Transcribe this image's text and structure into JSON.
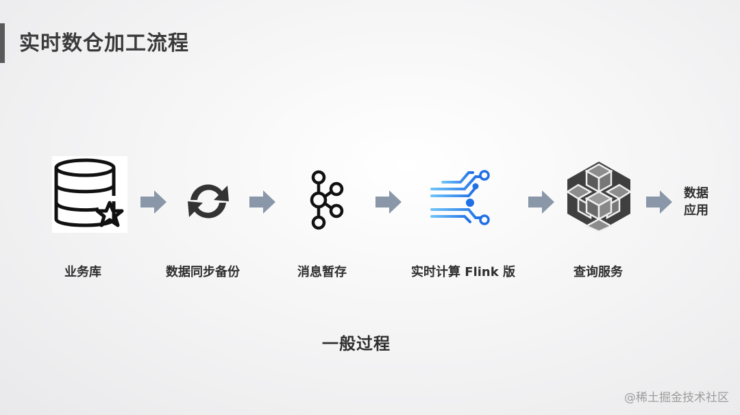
{
  "title": "实时数仓加工流程",
  "steps": [
    {
      "label": "业务库",
      "icon": "database-star-icon"
    },
    {
      "label": "数据同步备份",
      "icon": "sync-icon"
    },
    {
      "label": "消息暂存",
      "icon": "kafka-icon"
    },
    {
      "label": "实时计算 Flink 版",
      "icon": "flink-circuit-icon"
    },
    {
      "label": "查询服务",
      "icon": "cube-hexagon-icon"
    }
  ],
  "end": {
    "line1": "数据",
    "line2": "应用"
  },
  "caption": "一般过程",
  "watermark": "@稀土掘金技术社区",
  "colors": {
    "arrow": "#8a97a8",
    "flink_light": "#6fc3f7",
    "flink_dark": "#1f6fe5",
    "cube_dark": "#4b4b4b",
    "cube_light": "#8a8a8a"
  }
}
